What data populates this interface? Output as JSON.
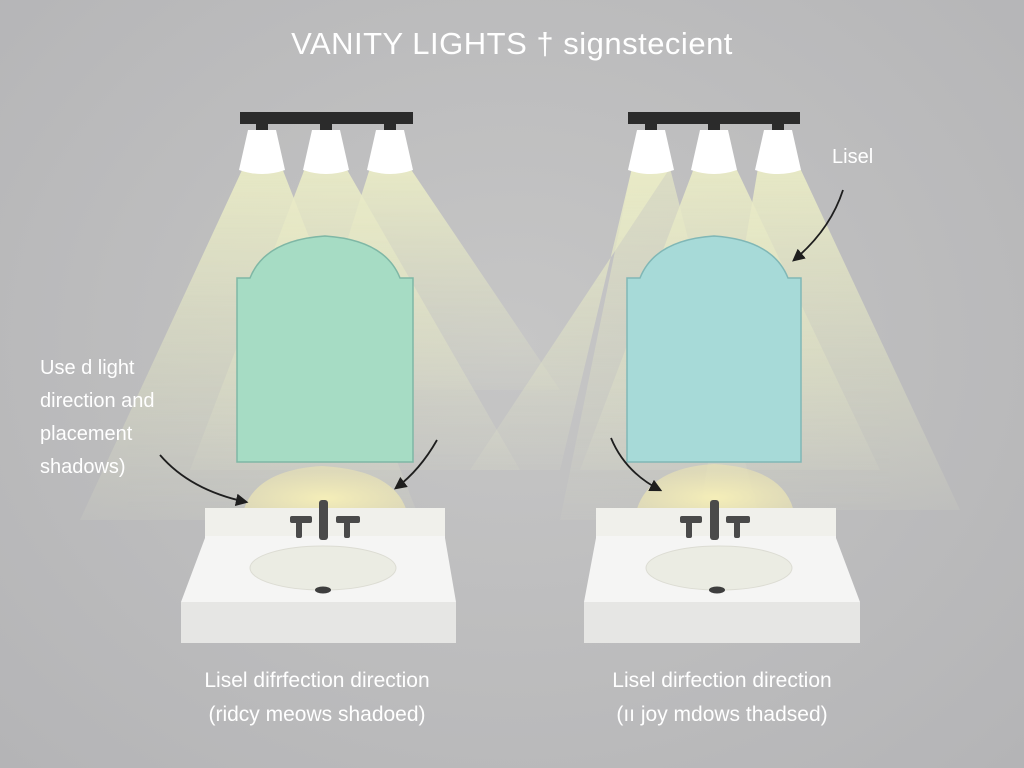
{
  "title": "VANITY LIGHTS † signstecient",
  "side_note": {
    "lines": [
      "Use d light",
      "direction and",
      "placement",
      "shadows)"
    ]
  },
  "callout_label": "Lisel",
  "captions": {
    "left": {
      "line1": "Lisel difrfection direction",
      "line2": "(ridcy meows shadoed)"
    },
    "right": {
      "line1": "Lisel dirfection direction",
      "line2": "(ıı joy mdows thadsed)"
    }
  },
  "colors": {
    "background": "#bfbfc0",
    "fixture_bar": "#2b2b2b",
    "lamp": "#ffffff",
    "beam": "#eef0c4",
    "mirror_left": "#a6dcc4",
    "mirror_right": "#a7dad8",
    "counter": "#f5f5f4",
    "basin": "#ebece3",
    "warm_glow": "#f4eebb",
    "faucet": "#4a4a4a",
    "text": "#ffffff",
    "arrow": "#1e1e1e"
  }
}
